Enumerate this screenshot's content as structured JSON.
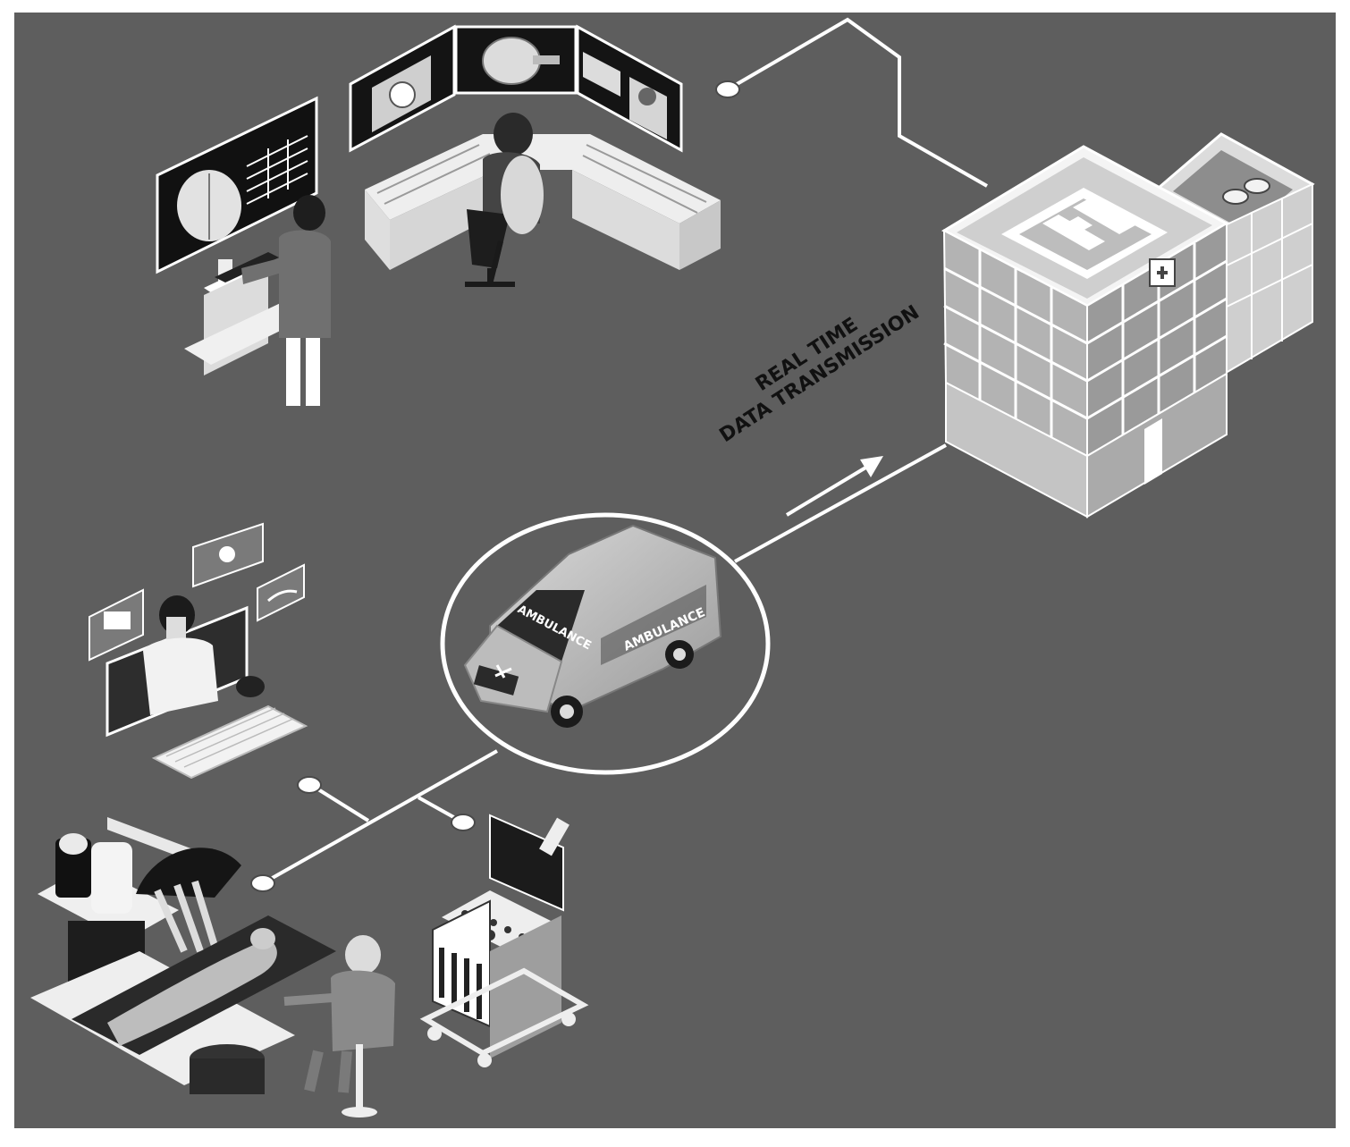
{
  "caption": {
    "line1": "REAL TIME",
    "line2": "DATA TRANSMISSION"
  },
  "vehicle": {
    "label_front": "AMBULANCE",
    "label_side": "AMBULANCE"
  },
  "colors": {
    "background": "#5e5e5e",
    "connector": "#ffffff",
    "caption": "#111111"
  },
  "icons": [
    "hospital-building-icon",
    "ambulance-icon",
    "doctor-workstation-icon",
    "control-room-icon",
    "telemedicine-icon",
    "surgical-robot-icon",
    "ultrasound-machine-icon"
  ]
}
